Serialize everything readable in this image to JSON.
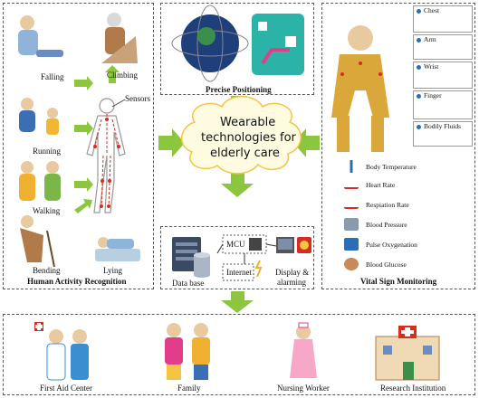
{
  "center": {
    "line1": "Wearable",
    "line2": "technologies for",
    "line3": "elderly care"
  },
  "activity": {
    "title": "Human Activity Recognition",
    "falling": "Falling",
    "climbing": "Climbing",
    "running": "Running",
    "walking": "Walking",
    "bending": "Bending",
    "lying": "Lying",
    "sensors": "Sensors"
  },
  "positioning": {
    "title": "Precise Positioning"
  },
  "vital": {
    "title": "Vital Sign Monitoring",
    "items": [
      "Body Temperature",
      "Heart Rate",
      "Respiation Rate",
      "Blood Pressure",
      "Pulse Oxygenation",
      "Blood Glucose"
    ],
    "wear": [
      "Chest",
      "Arm",
      "Wrist",
      "Finger",
      "Bodily Fluids"
    ]
  },
  "system": {
    "database": "Data base",
    "mcu": "MCU",
    "internet": "Internet",
    "display1": "Display &",
    "display2": "alarming"
  },
  "recipients": [
    "First Aid Center",
    "Family",
    "Nursing Worker",
    "Research Institution"
  ],
  "colors": {
    "arrow": "#8cc63f",
    "cloud": "#fffbe0",
    "cloud_edge": "#f4c542",
    "accent_red": "#d62d20",
    "accent_blue": "#2c6db8"
  }
}
